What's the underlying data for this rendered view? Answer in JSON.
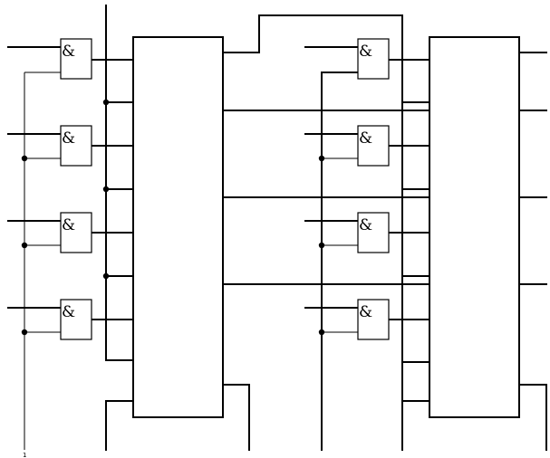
{
  "diagram": {
    "gate_symbol": "&",
    "left_gate_count": 4,
    "right_gate_count": 4,
    "footer_mark": "1"
  }
}
